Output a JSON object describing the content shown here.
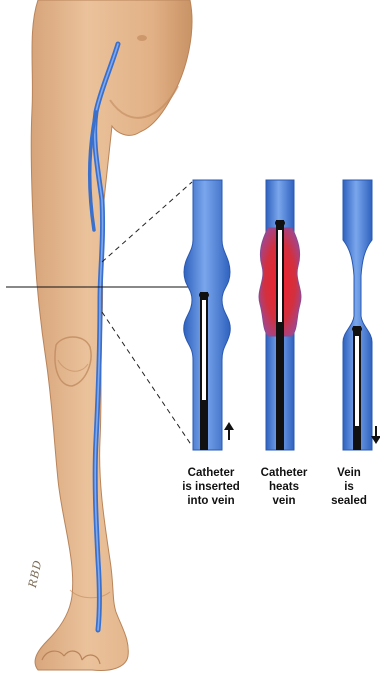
{
  "colors": {
    "skin": "#e6b98f",
    "skin_shadow": "#c99468",
    "vein": "#4f82d6",
    "vein_dark": "#2a58b0",
    "heat_red": "#e0263a",
    "heat_purple": "#9a4a9a",
    "catheter_black": "#111111"
  },
  "stages": [
    {
      "caption": "Catheter\nis inserted\ninto vein",
      "arrow": "up-arrow"
    },
    {
      "caption": "Catheter\nheats\nvein",
      "arrow": ""
    },
    {
      "caption": "Vein\nis\nsealed",
      "arrow": "down-arrow"
    }
  ],
  "signature": "RBD"
}
